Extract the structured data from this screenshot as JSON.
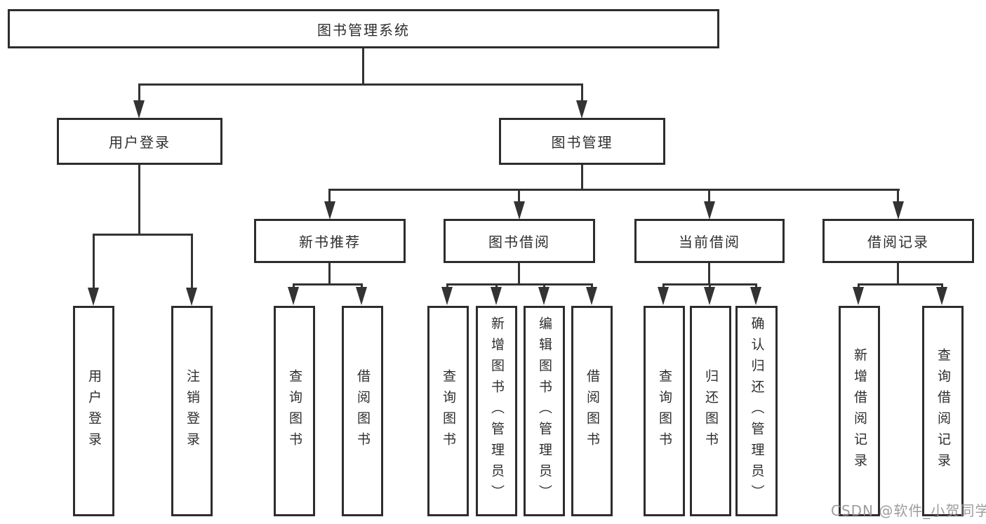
{
  "tree": {
    "root": {
      "label": "图书管理系统"
    },
    "branches": [
      {
        "label": "用户登录",
        "children": [
          {
            "label": "用户登录"
          },
          {
            "label": "注销登录"
          }
        ]
      },
      {
        "label": "图书管理",
        "children": [
          {
            "label": "新书推荐",
            "children": [
              {
                "label": "查询图书"
              },
              {
                "label": "借阅图书"
              }
            ]
          },
          {
            "label": "图书借阅",
            "children": [
              {
                "label": "查询图书"
              },
              {
                "label": "新增图书（管理员）"
              },
              {
                "label": "编辑图书（管理员）"
              },
              {
                "label": "借阅图书"
              }
            ]
          },
          {
            "label": "当前借阅",
            "children": [
              {
                "label": "查询图书"
              },
              {
                "label": "归还图书"
              },
              {
                "label": "确认归还（管理员）"
              }
            ]
          },
          {
            "label": "借阅记录",
            "children": [
              {
                "label": "新增借阅记录"
              },
              {
                "label": "查询借阅记录"
              }
            ]
          }
        ]
      }
    ]
  },
  "watermark": {
    "text": "CSDN @软件_小贺同学"
  },
  "colors": {
    "line": "#333333",
    "box_border": "#2d2d2d",
    "background": "#ffffff",
    "watermark_gray": "#949494"
  }
}
